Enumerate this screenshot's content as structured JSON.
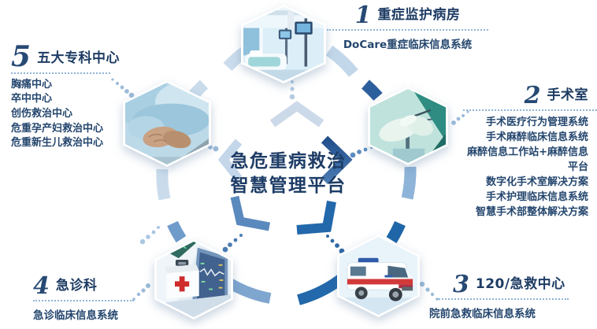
{
  "title": {
    "line1": "急危重病救治",
    "line2": "智慧管理平台"
  },
  "sections": {
    "icu": {
      "num": "1",
      "title": "重症监护病房",
      "items": [
        "DoCare重症临床信息系统"
      ]
    },
    "or": {
      "num": "2",
      "title": "手术室",
      "items": [
        "手术医疗行为管理系统",
        "手术麻醉临床信息系统",
        "麻醉信息工作站+麻醉信息平台",
        "数字化手术室解决方案",
        "手术护理临床信息系统",
        "智慧手术部整体解决方案"
      ]
    },
    "ems": {
      "num": "3",
      "title": "120/急救中心",
      "items": [
        "院前急救临床信息系统"
      ]
    },
    "ed": {
      "num": "4",
      "title": "急诊科",
      "items": [
        "急诊临床信息系统"
      ]
    },
    "centers": {
      "num": "5",
      "title": "五大专科中心",
      "items": [
        "胸痛中心",
        "卒中中心",
        "创伤救治中心",
        "危重孕产妇救治中心",
        "危重新生儿救治中心"
      ]
    }
  },
  "icons": {
    "hex_top": "icu-room-photo",
    "hex_right": "surgery-hands-photo",
    "hex_bottom_right": "ambulance-photo",
    "hex_bottom_left": "first-aid-kit-photo",
    "hex_left": "patient-hands-photo"
  },
  "colors": {
    "text_navy": "#1e3c64",
    "number_navy": "#274a74",
    "dashed_line": "#8fb4d6",
    "ring_light": "#cadcec",
    "ring_medium_light": "#8fb4d9",
    "ring_medium": "#7fa6cf",
    "ring_dark": "#1f66a8",
    "bracket_light": "#c9d9ea",
    "bracket_medium": "#5a89bd",
    "bracket_dark": "#2b5c99"
  }
}
